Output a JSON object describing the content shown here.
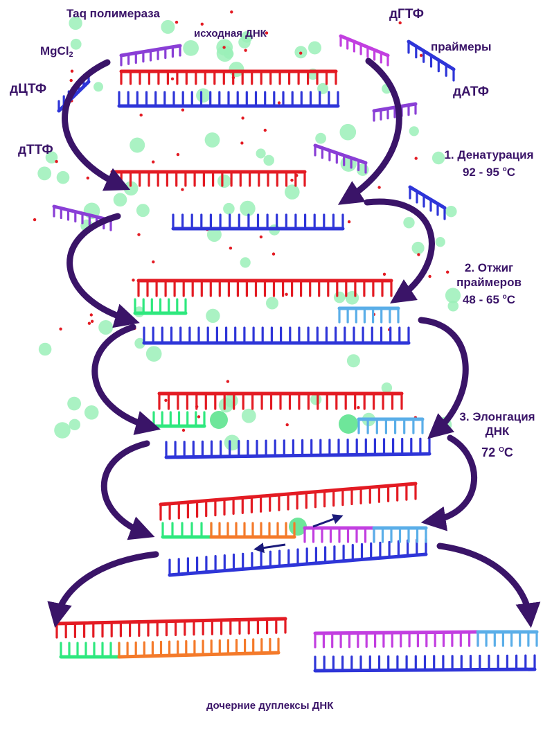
{
  "reagents": {
    "taq": "Taq полимераза",
    "template": "исходная ДНК",
    "dgtp": "дГТФ",
    "mgcl_main": "MgCl",
    "mgcl_sub": "2",
    "primers": "праймеры",
    "dctp": "дЦТФ",
    "datp": "дАТФ",
    "dttp": "дТТФ"
  },
  "steps": {
    "denaturation": {
      "title": "1. Денатурация",
      "range": "92 - 95 ",
      "deg": "o",
      "unit": "С"
    },
    "annealing": {
      "title_1": "2. Отжиг",
      "title_2": "праймеров",
      "range": "48 - 65 ",
      "deg": "o",
      "unit": "С"
    },
    "elongation": {
      "title_1": "3. Элонгация",
      "title_2": "ДНК",
      "temp": "72 ",
      "deg": "O",
      "unit": "С"
    }
  },
  "footer": {
    "caption": "дочерние дуплексы ДНК"
  },
  "colors": {
    "text": "#3a1468",
    "arrow": "#3a1468",
    "template_top": "#e31b23",
    "template_bottom": "#2e35d8",
    "primer_forward": "#2ee87e",
    "primer_reverse": "#5aaee8",
    "extension_forward": "#f47a2a",
    "extension_reverse": "#c23fe0",
    "dntp": "#8a3fd6",
    "polymerase": "#9bf0b8",
    "mg_dot": "#e31b23"
  }
}
